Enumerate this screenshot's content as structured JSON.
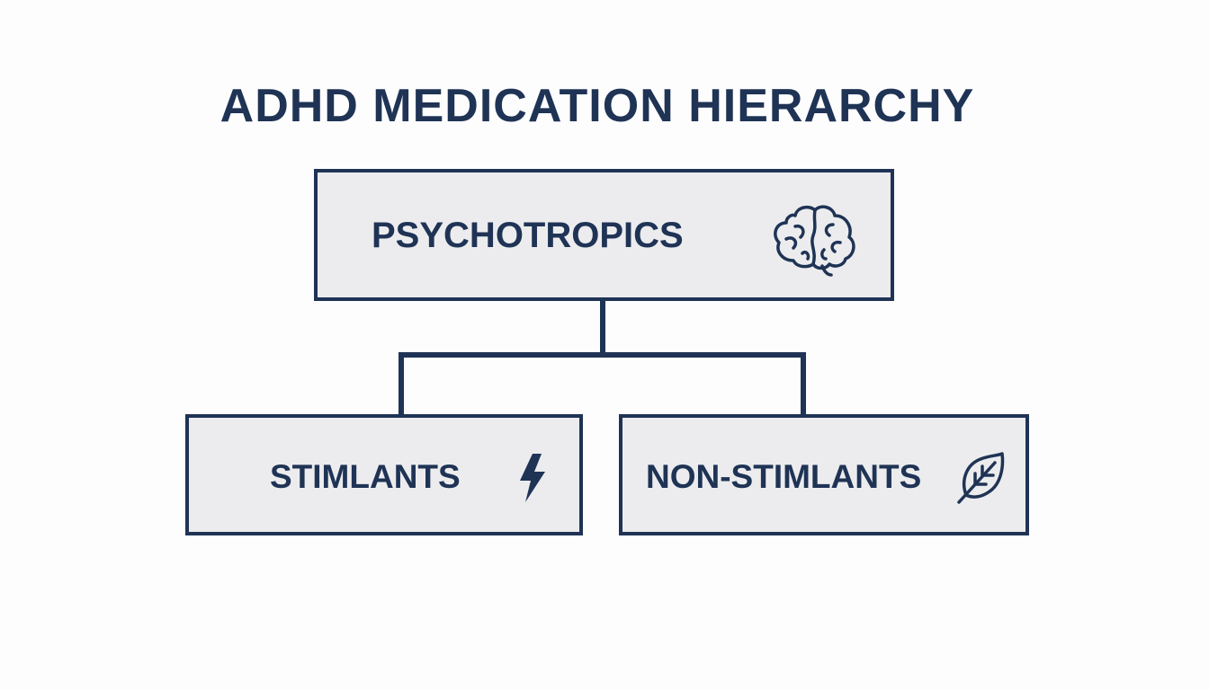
{
  "title": "ADHD MEDICATION HIERARCHY",
  "colors": {
    "stroke": "#1f3355",
    "box_fill": "#ececee",
    "background": "#fdfdfd"
  },
  "nodes": {
    "root": {
      "label": "PSYCHOTROPICS",
      "icon": "brain-icon"
    },
    "left": {
      "label": "STIMLANTS",
      "icon": "lightning-bolt-icon"
    },
    "right": {
      "label": "NON-STIMLANTS",
      "icon": "leaf-icon"
    }
  }
}
